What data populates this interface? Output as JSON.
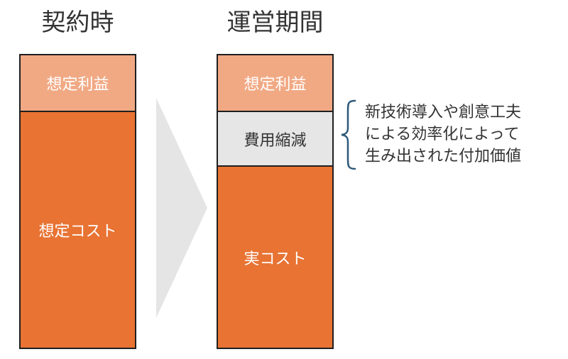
{
  "left": {
    "title": "契約時",
    "segments": {
      "profit": "想定利益",
      "cost": "想定コスト"
    }
  },
  "right": {
    "title": "運営期間",
    "segments": {
      "profit": "想定利益",
      "saving": "費用縮減",
      "cost": "実コスト"
    }
  },
  "annotation": {
    "lines": [
      "新技術導入や創意工夫",
      "による効率化によって",
      "生み出された付加価値"
    ]
  },
  "colors": {
    "profit": "#f1a984",
    "cost": "#e87333",
    "saving": "#e6e6e6",
    "arrow": "#e5e5e5",
    "brace": "#2e5a7a"
  }
}
